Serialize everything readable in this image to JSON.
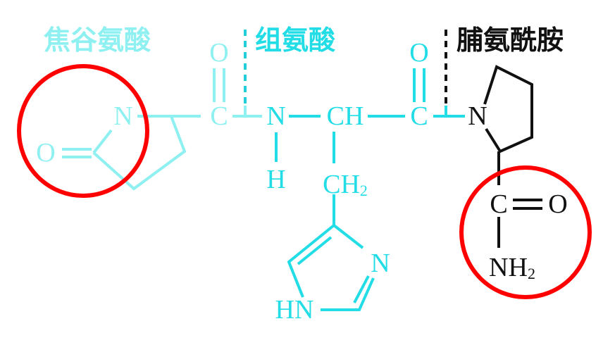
{
  "residues": {
    "pyroglutamate": "焦谷氨酸",
    "histidine": "组氨酸",
    "prolinamide": "脯氨酰胺"
  },
  "atoms": {
    "n": "N",
    "o": "O",
    "c": "C",
    "h": "H",
    "ch": "CH",
    "ch2_base": "CH",
    "ch2_sub": "2",
    "hn": "HN",
    "nh2_base": "NH",
    "nh2_sub": "2"
  },
  "colors": {
    "pyroglutamate": "#8ef0f0",
    "histidine": "#22dde6",
    "prolinamide": "#111111",
    "highlight_circle": "#ff0000"
  }
}
